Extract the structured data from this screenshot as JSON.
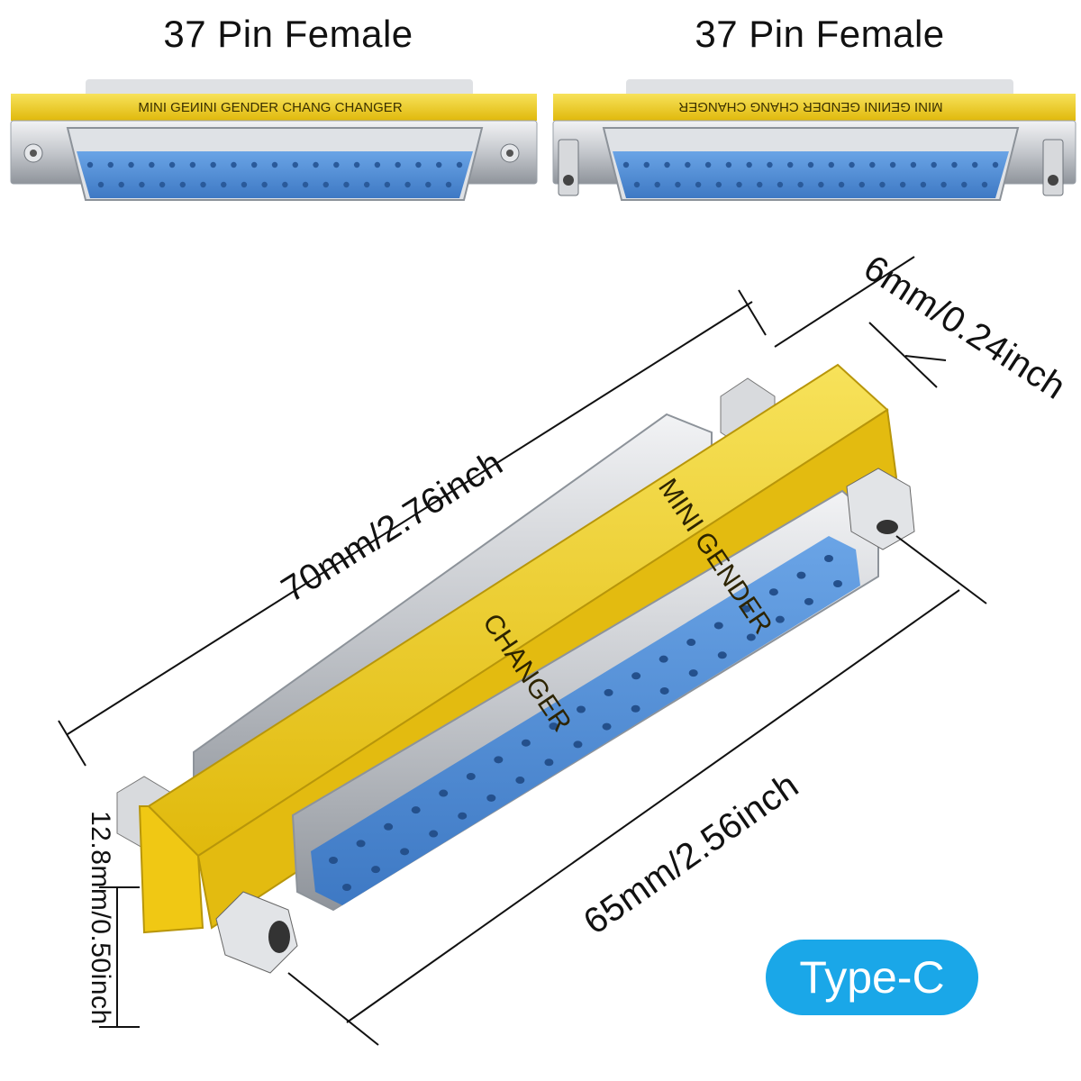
{
  "product": {
    "top_left_caption": "37 Pin Female",
    "top_right_caption": "37 Pin Female",
    "top_left_band_text": "MINI GEИINI GENDER CHANG CHANGER",
    "top_right_band_text": "MINI GEИINI GENDER CHANG CHANGER",
    "main_band_text_line1": "MINI GENDER",
    "main_band_text_line2": "CHANGER",
    "type_badge": "Type-C"
  },
  "dimensions": {
    "length_overall": "70mm/2.76inch",
    "length_shell": "65mm/2.56inch",
    "band_thickness": "6mm/0.24inch",
    "height": "12.8mm/0.50inch"
  },
  "colors": {
    "band_yellow": "#f5d41c",
    "pin_blue": "#4f8fd6",
    "metal": "#c9ccd1",
    "badge_blue": "#1aa7e8"
  }
}
